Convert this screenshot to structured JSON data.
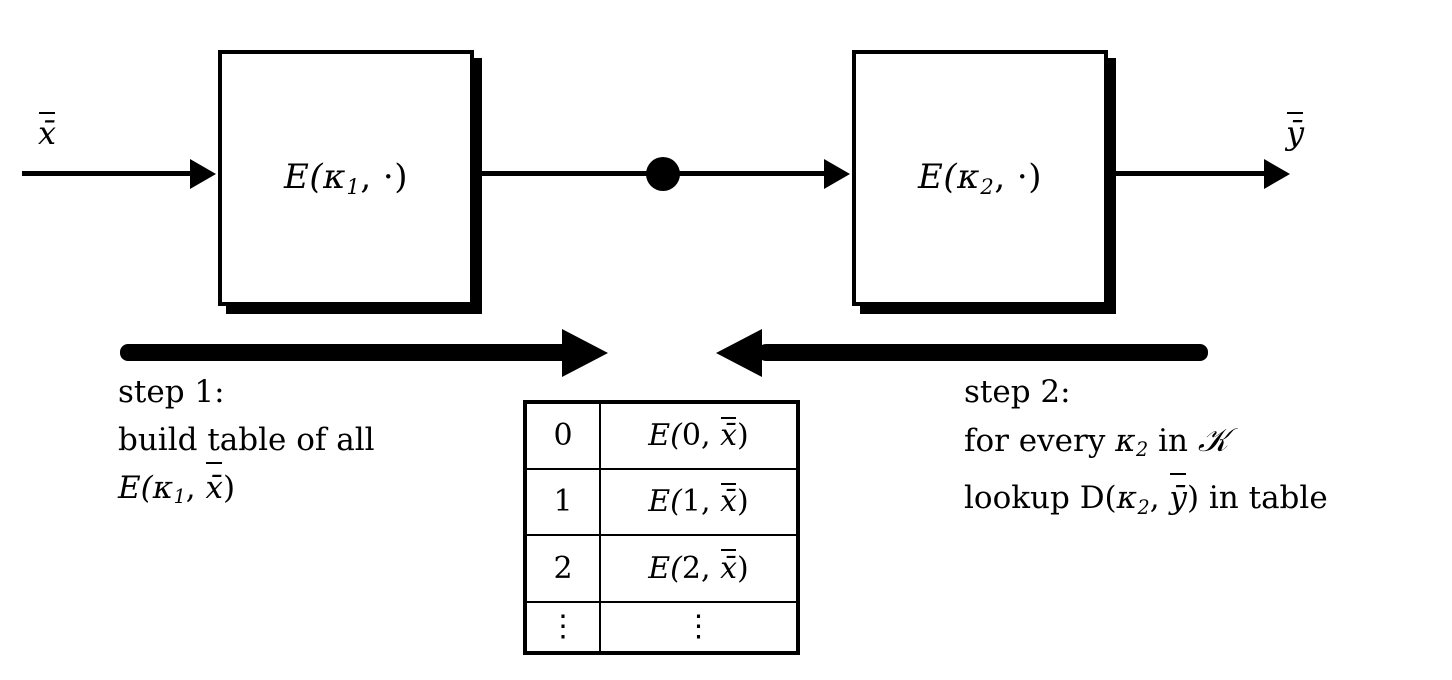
{
  "diagram": {
    "title": "meet-in-the-middle attack on double encryption",
    "colors": {
      "ink": "#000000",
      "paper": "#ffffff"
    },
    "input_label": "x̄",
    "output_label": "ȳ",
    "blocks": [
      {
        "id": "enc1",
        "label_prefix": "E(",
        "key": "κ",
        "key_sub": "1",
        "label_suffix": ", ·)"
      },
      {
        "id": "enc2",
        "label_prefix": "E(",
        "key": "κ",
        "key_sub": "2",
        "label_suffix": ", ·)"
      }
    ],
    "junction": "intermediate-value-tap",
    "steps": [
      {
        "id": "step1",
        "direction": "right",
        "lines": [
          "step 1:",
          "build table of all",
          "E(κ₁, x̄)"
        ],
        "line1": "step 1:",
        "line2": "build table of all",
        "line3_prefix": "E(",
        "line3_key": "κ",
        "line3_sub": "1",
        "line3_mid": ", ",
        "line3_arg": "x̄",
        "line3_suffix": ")"
      },
      {
        "id": "step2",
        "direction": "left",
        "lines": [
          "step 2:",
          "for every κ₂ in 𝒦",
          "lookup D(κ₂, ȳ) in table"
        ],
        "line1": "step 2:",
        "line2_prefix": "for every ",
        "line2_key": "κ",
        "line2_sub": "2",
        "line2_mid": " in ",
        "line2_set": "𝒦",
        "line3_prefix": "lookup D(",
        "line3_key": "κ",
        "line3_sub": "2",
        "line3_mid": ", ",
        "line3_arg": "ȳ",
        "line3_suffix": ") in table"
      }
    ],
    "table": {
      "name": "precomputed-encryption-table",
      "rows": [
        {
          "key": "0",
          "value_prefix": "E(",
          "value_key": "0",
          "value_mid": ", ",
          "value_arg": "x̄",
          "value_suffix": ")"
        },
        {
          "key": "1",
          "value_prefix": "E(",
          "value_key": "1",
          "value_mid": ", ",
          "value_arg": "x̄",
          "value_suffix": ")"
        },
        {
          "key": "2",
          "value_prefix": "E(",
          "value_key": "2",
          "value_mid": ", ",
          "value_arg": "x̄",
          "value_suffix": ")"
        },
        {
          "key": "⋮",
          "value_prefix": "⋮",
          "value_key": "",
          "value_mid": "",
          "value_arg": "",
          "value_suffix": ""
        }
      ]
    }
  }
}
